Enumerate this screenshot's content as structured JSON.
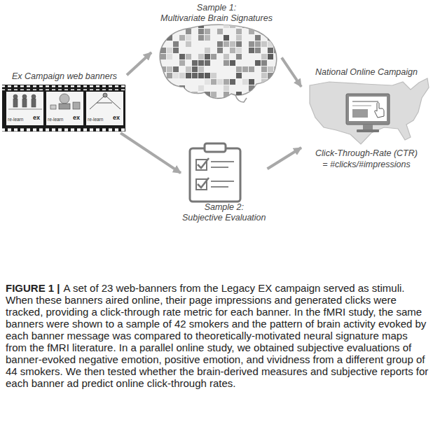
{
  "diagram": {
    "caption": "A set of 23 web-banners from the Legacy EX campaign served as stimuli. When these banners aired online, their page impressions and generated clicks were tracked, providing a click-through rate metric for each banner. In the fMRI study, the same banners were shown to a sample of 42 smokers and the pattern of brain activity evoked by each banner message was compared to theoretically-motivated neural signature maps from the fMRI literature. In a parallel online study, we obtained subjective evaluations of banner-evoked negative emotion, positive emotion, and vividness from a different group of 44 smokers. We then tested whether the brain-derived measures and subjective reports for each banner ad predict online click-through rates.",
    "nodes": [
      {
        "text": [
          "Ex Campaign web banners"
        ]
      },
      {
        "text": [
          "Sample 1:",
          "Multivariate Brain Signatures"
        ]
      },
      {
        "text": [
          "Sample 2:",
          "Subjective Evaluation"
        ]
      },
      {
        "text": [
          "National Online Campaign",
          "Click-Through-Rate (CTR)",
          "= #clicks/#impressions"
        ]
      }
    ],
    "edges": [
      {
        "from": 0,
        "to": 1,
        "arrow": "to"
      },
      {
        "from": 0,
        "to": 2,
        "arrow": "to"
      },
      {
        "from": 1,
        "to": 3,
        "arrow": "to"
      },
      {
        "from": 2,
        "to": 3,
        "arrow": "to"
      }
    ],
    "labels": [
      "re-learn",
      "re-learn",
      "re-learn",
      "ex",
      "ex",
      "ex",
      "FIGURE 1 |"
    ]
  }
}
